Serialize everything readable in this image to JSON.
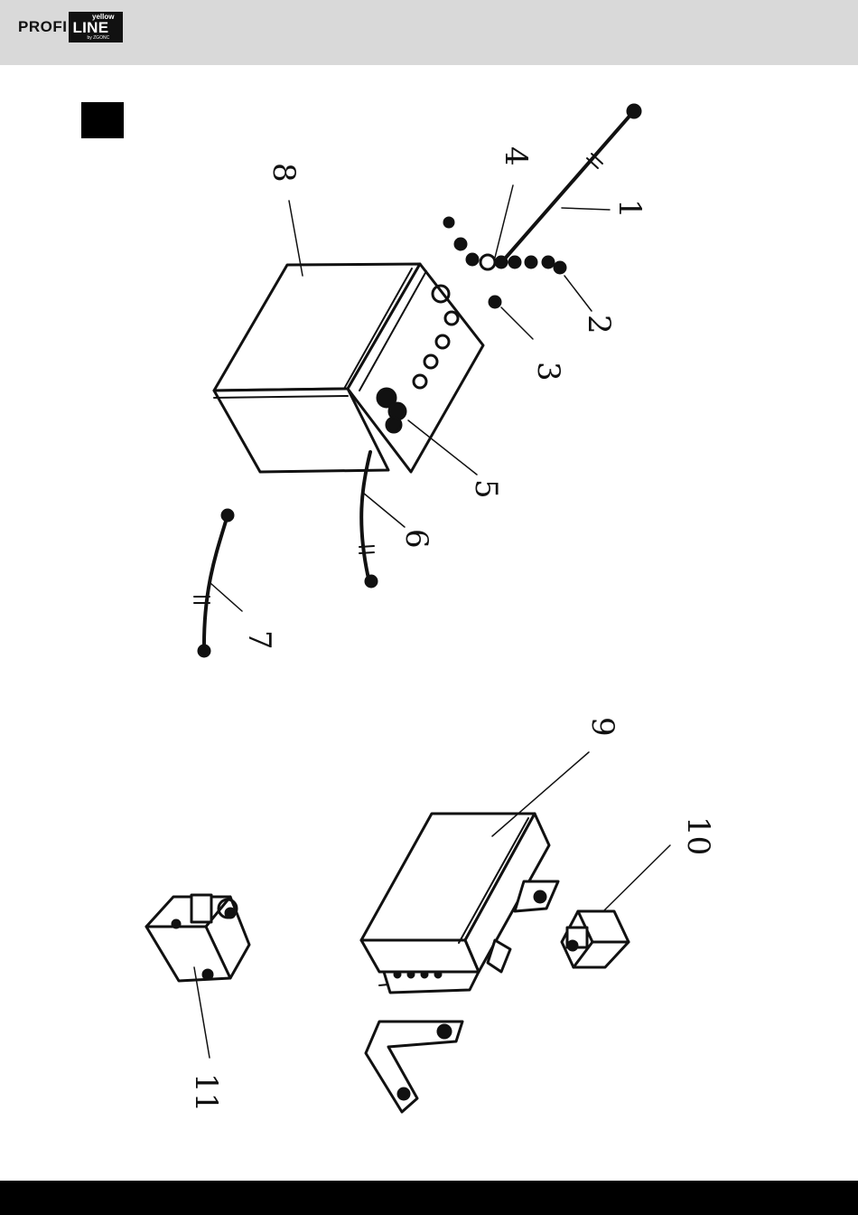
{
  "header": {
    "logo": {
      "profi": "PROFI",
      "line": "LINE",
      "yellow": "yellow",
      "by": "by ZGONC"
    }
  },
  "figure": {
    "callouts": [
      "1",
      "2",
      "3",
      "4",
      "5",
      "6",
      "7",
      "8",
      "9",
      "10",
      "11"
    ]
  }
}
